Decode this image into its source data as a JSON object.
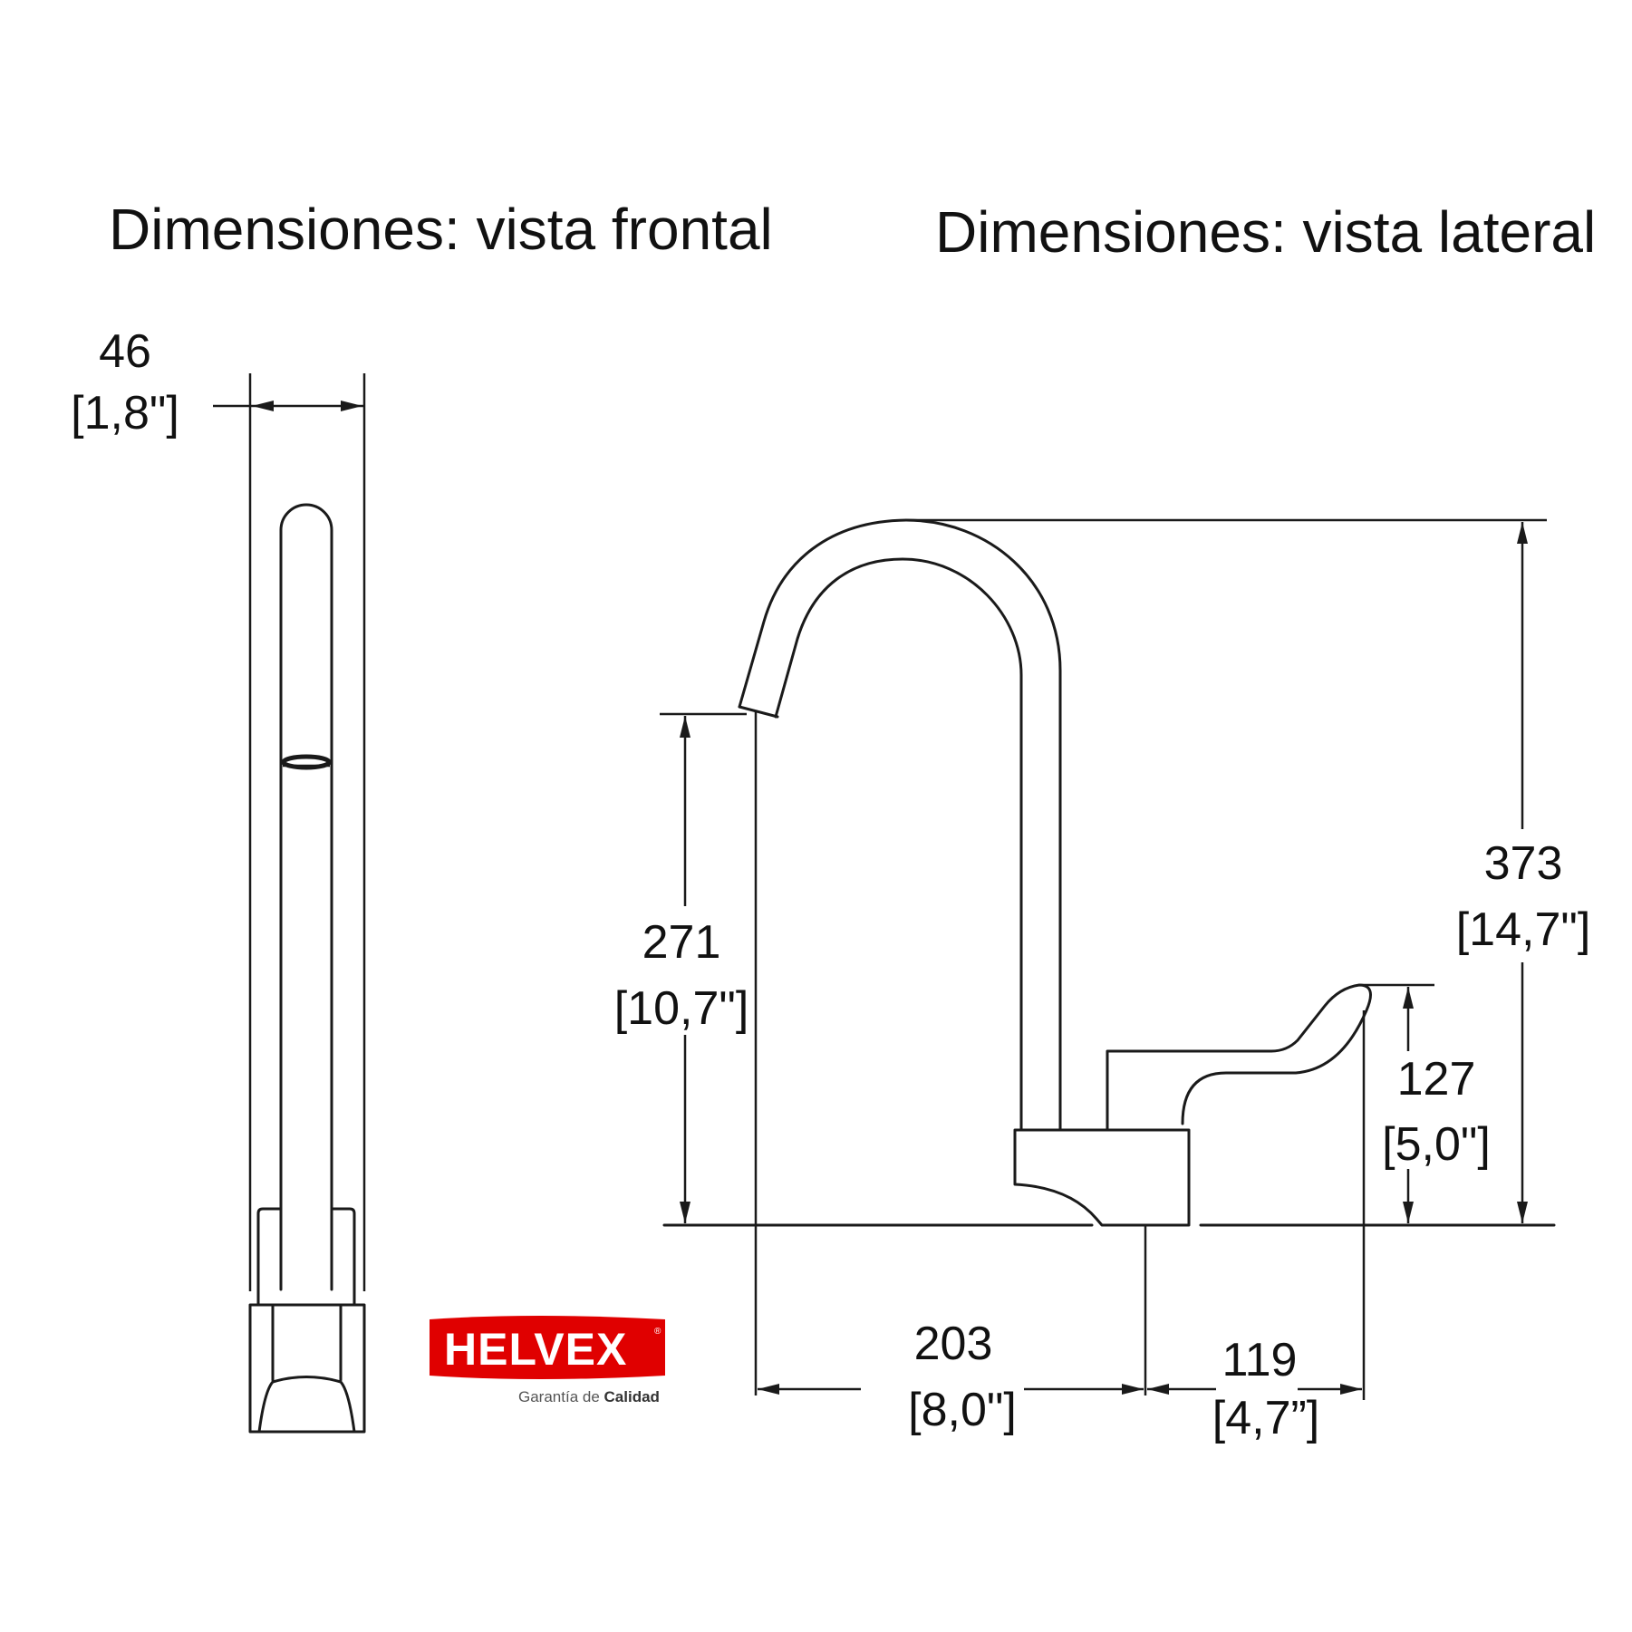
{
  "titles": {
    "front": "Dimensiones: vista frontal",
    "side": "Dimensiones: vista lateral"
  },
  "front_view": {
    "width": {
      "mm": "46",
      "in": "[1,8\"]"
    }
  },
  "side_view": {
    "spout_height": {
      "mm": "271",
      "in": "[10,7\"]"
    },
    "total_height": {
      "mm": "373",
      "in": "[14,7\"]"
    },
    "handle_height": {
      "mm": "127",
      "in": "[5,0\"]"
    },
    "spout_reach": {
      "mm": "203",
      "in": "[8,0\"]"
    },
    "handle_reach": {
      "mm": "119",
      "in": "[4,7”]"
    }
  },
  "logo": {
    "brand": "HELVEX",
    "registered": "®",
    "tagline_regular": "Garantía de ",
    "tagline_bold": "Calidad",
    "color": "#e00000"
  }
}
